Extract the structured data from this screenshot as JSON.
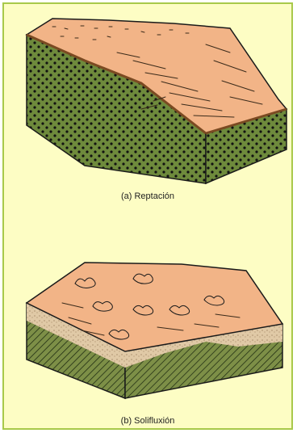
{
  "figures": [
    {
      "id": "a",
      "caption": "(a) Reptación"
    },
    {
      "id": "b",
      "caption": "(b) Solifluxión"
    }
  ],
  "colors": {
    "background": "#fdfdc4",
    "border": "#a8c94a",
    "soil_surface": "#f2b487",
    "bedrock_green": "#6e8a3c",
    "outline": "#1a1a1a"
  }
}
